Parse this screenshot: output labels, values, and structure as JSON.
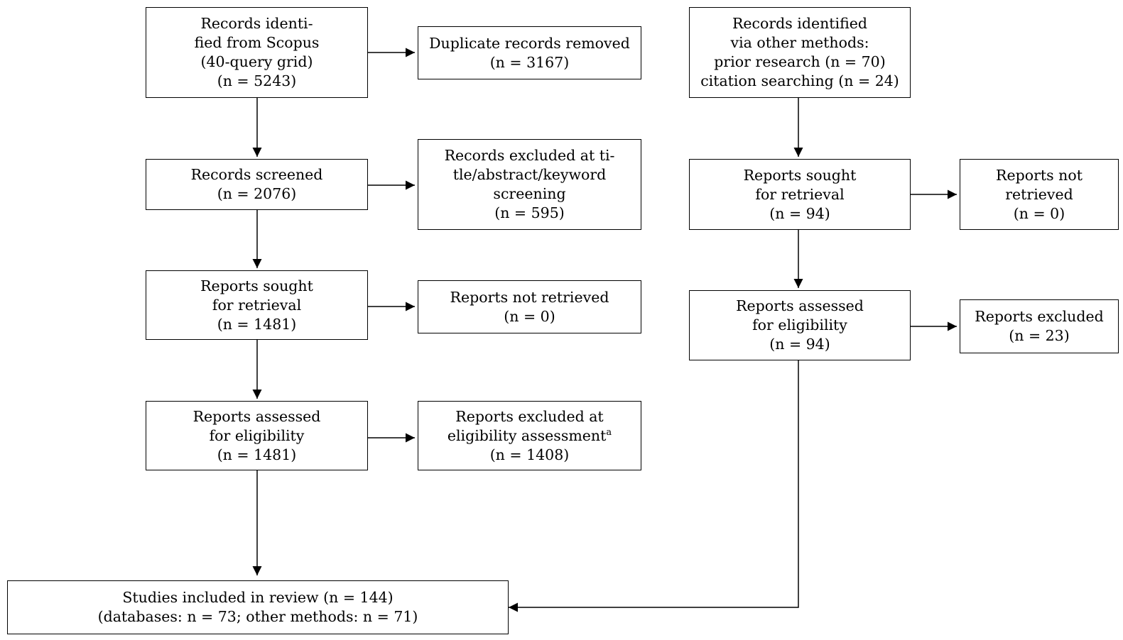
{
  "databases": {
    "identified": [
      "Records identi-",
      "fied from Scopus",
      "(40-query grid)",
      "(n = 5243)"
    ],
    "duplicates_removed": [
      "Duplicate records removed",
      "(n = 3167)"
    ],
    "screened": [
      "Records screened",
      "(n = 2076)"
    ],
    "excluded_screening": [
      "Records excluded at ti-",
      "tle/abstract/keyword",
      "screening",
      "(n = 595)"
    ],
    "sought": [
      "Reports sought",
      "for retrieval",
      "(n = 1481)"
    ],
    "not_retrieved": [
      "Reports not retrieved",
      "(n = 0)"
    ],
    "assessed": [
      "Reports assessed",
      "for eligibility",
      "(n = 1481)"
    ],
    "excluded_eligibility": {
      "line1": "Reports excluded at",
      "line2": "eligibility assessment",
      "footnote_mark": "a",
      "line3": "(n = 1408)"
    }
  },
  "other_methods": {
    "identified": [
      "Records identified",
      "via other methods:",
      "prior research (n = 70)",
      "citation searching (n = 24)"
    ],
    "sought": [
      "Reports sought",
      "for retrieval",
      "(n = 94)"
    ],
    "not_retrieved": [
      "Reports not",
      "retrieved",
      "(n = 0)"
    ],
    "assessed": [
      "Reports assessed",
      "for eligibility",
      "(n = 94)"
    ],
    "excluded": [
      "Reports excluded",
      "(n = 23)"
    ]
  },
  "included": [
    "Studies included in review (n = 144)",
    "(databases:  n = 73; other methods:  n = 71)"
  ]
}
